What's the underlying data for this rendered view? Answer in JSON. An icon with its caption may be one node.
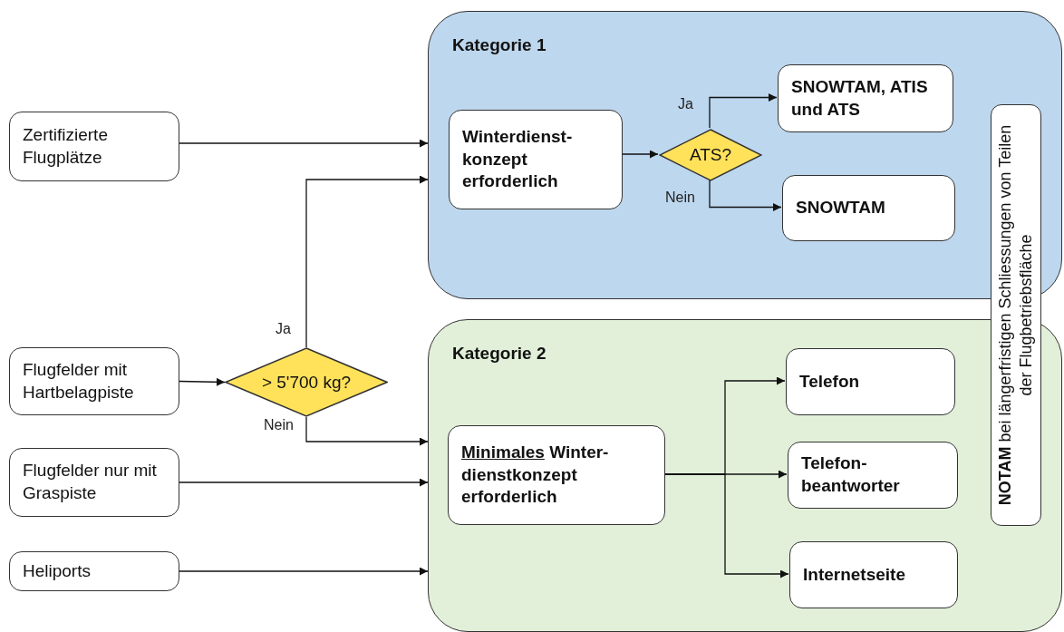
{
  "diagram": {
    "nodes": [
      {
        "text": [
          "Kategorie 1"
        ]
      },
      {
        "text": [
          "Winterdienst-konzept erforderlich"
        ],
        "in": 0
      },
      {
        "text": [
          "ATS?"
        ],
        "in": 0
      },
      {
        "text": [
          "SNOWTAM, ATIS und ATS"
        ],
        "in": 0
      },
      {
        "text": [
          "SNOWTAM"
        ],
        "in": 0
      },
      {
        "text": [
          "Kategorie 2"
        ]
      },
      {
        "text": [
          "*Minimales* Winter-dienstkonzept erforderlich"
        ],
        "in": 5
      },
      {
        "text": [
          "Telefon"
        ],
        "in": 5
      },
      {
        "text": [
          "Telefon-beantworter"
        ],
        "in": 5
      },
      {
        "text": [
          "Internetseite"
        ],
        "in": 5
      },
      {
        "text": [
          "**NOTAM** bei längerfristigen Schliessungen von Teilen der Flugbetriebsfläche"
        ]
      },
      {
        "text": [
          "Zertifizierte Flugplätze"
        ]
      },
      {
        "text": [
          "Flugfelder mit Hartbelagpiste"
        ]
      },
      {
        "text": [
          "> 5'700 kg?"
        ]
      },
      {
        "text": [
          "Flugfelder nur mit Graspiste"
        ]
      },
      {
        "text": [
          "Heliports"
        ]
      }
    ],
    "edges": [
      {
        "from": 11,
        "to": 0,
        "arrow": "to"
      },
      {
        "from": 12,
        "to": 13,
        "arrow": "to"
      },
      {
        "from": 13,
        "to": 0,
        "arrow": "to",
        "label": "Ja"
      },
      {
        "from": 13,
        "to": 5,
        "arrow": "to",
        "label": "Nein"
      },
      {
        "from": 14,
        "to": 5,
        "arrow": "to"
      },
      {
        "from": 15,
        "to": 5,
        "arrow": "to"
      },
      {
        "from": 1,
        "to": 2,
        "arrow": "to"
      },
      {
        "from": 2,
        "to": 3,
        "arrow": "to",
        "label": "Ja"
      },
      {
        "from": 2,
        "to": 4,
        "arrow": "to",
        "label": "Nein"
      },
      {
        "from": 6,
        "to": 7,
        "arrow": "to"
      },
      {
        "from": 6,
        "to": 8,
        "arrow": "to"
      },
      {
        "from": 6,
        "to": 9,
        "arrow": "to"
      }
    ]
  }
}
